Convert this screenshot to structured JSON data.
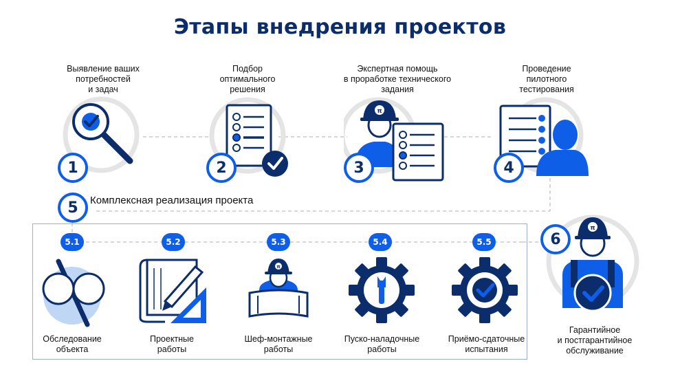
{
  "title": "Этапы внедрения проектов",
  "colors": {
    "navy": "#0b2d6b",
    "blue": "#0f5ee8",
    "light_blue": "#bfd6f5",
    "grey_ring": "#e4e4e4"
  },
  "steps": [
    {
      "num": "1",
      "label_lines": [
        "Выявление ваших",
        "потребностей",
        "и задач"
      ],
      "icon": "magnifier-check-icon"
    },
    {
      "num": "2",
      "label_lines": [
        "Подбор",
        "оптимального",
        "решения"
      ],
      "icon": "checklist-icon"
    },
    {
      "num": "3",
      "label_lines": [
        "Экспертная помощь",
        "в проработке технического",
        "задания"
      ],
      "icon": "engineer-checklist-icon"
    },
    {
      "num": "4",
      "label_lines": [
        "Проведение",
        "пилотного",
        "тестирования"
      ],
      "icon": "person-checklist-icon"
    }
  ],
  "step5": {
    "num": "5",
    "label": "Комплексная реализация проекта"
  },
  "substeps": [
    {
      "num": "5.1",
      "label_lines": [
        "Обследование",
        "объекта"
      ],
      "icon": "magnifier-icon"
    },
    {
      "num": "5.2",
      "label_lines": [
        "Проектные",
        "работы"
      ],
      "icon": "blueprint-pencil-icon"
    },
    {
      "num": "5.3",
      "label_lines": [
        "Шеф-монтажные",
        "работы"
      ],
      "icon": "engineer-plan-icon"
    },
    {
      "num": "5.4",
      "label_lines": [
        "Пуско-наладочные",
        "работы"
      ],
      "icon": "gear-wrench-icon"
    },
    {
      "num": "5.5",
      "label_lines": [
        "Приёмо-сдаточные",
        "испытания"
      ],
      "icon": "gear-check-icon"
    }
  ],
  "step6": {
    "num": "6",
    "label_lines": [
      "Гарантийное",
      "и постгарантийное",
      "обслуживание"
    ],
    "icon": "engineer-check-icon"
  }
}
